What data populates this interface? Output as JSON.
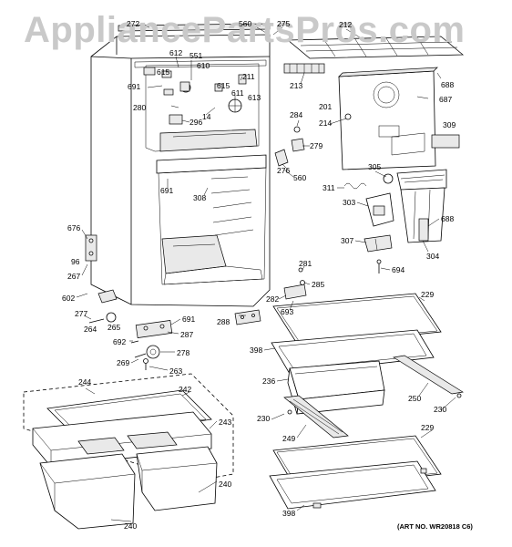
{
  "watermark": "AppliancePartsPros.com",
  "art_number": "(ART NO. WR20818 C6)",
  "labels": {
    "l272": "272",
    "l560a": "560",
    "l275": "275",
    "l212": "212",
    "l612": "612",
    "l551": "551",
    "l610": "610",
    "l615a": "615",
    "l691a": "691",
    "l211": "211",
    "l615b": "615",
    "l611": "611",
    "l613": "613",
    "l280": "280",
    "l14": "14",
    "l296": "296",
    "l213": "213",
    "l688a": "688",
    "l687": "687",
    "l201": "201",
    "l214": "214",
    "l284": "284",
    "l279": "279",
    "l309": "309",
    "l276": "276",
    "l560b": "560",
    "l305": "305",
    "l691b": "691",
    "l308": "308",
    "l311": "311",
    "l303": "303",
    "l688b": "688",
    "l676": "676",
    "l96": "96",
    "l267": "267",
    "l307": "307",
    "l304": "304",
    "l694": "694",
    "l281": "281",
    "l285": "285",
    "l602": "602",
    "l282": "282",
    "l229a": "229",
    "l277": "277",
    "l693": "693",
    "l691c": "691",
    "l264": "264",
    "l265": "265",
    "l288": "288",
    "l287": "287",
    "l692": "692",
    "l278": "278",
    "l398a": "398",
    "l269": "269",
    "l263": "263",
    "l236": "236",
    "l244": "244",
    "l242": "242",
    "l250": "250",
    "l230a": "230",
    "l230b": "230",
    "l243": "243",
    "l249": "249",
    "l229b": "229",
    "l240a": "240",
    "l398b": "398",
    "l240b": "240"
  }
}
